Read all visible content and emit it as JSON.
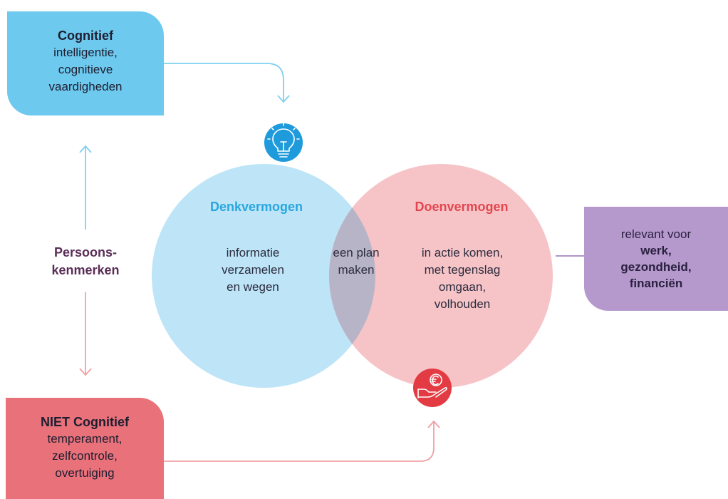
{
  "cognitief": {
    "title": "Cognitief",
    "lines": [
      "intelligentie,",
      "cognitieve",
      "vaardigheden"
    ]
  },
  "niet_cognitief": {
    "title": "NIET Cognitief",
    "lines": [
      "temperament,",
      "zelfcontrole,",
      "overtuiging"
    ]
  },
  "persoonskenmerken": {
    "lines": [
      "Persoons-",
      "kenmerken"
    ]
  },
  "denkvermogen": {
    "title": "Denkvermogen",
    "lines": [
      "informatie",
      "verzamelen",
      "en wegen"
    ]
  },
  "overlap": {
    "lines": [
      "een plan",
      "maken"
    ]
  },
  "doenvermogen": {
    "title": "Doenvermogen",
    "lines": [
      "in actie komen,",
      "met tegenslag",
      "omgaan,",
      "volhouden"
    ]
  },
  "relevant": {
    "line1": "relevant voor",
    "bold_lines": [
      "werk,",
      "gezondheid,",
      "financiën"
    ]
  },
  "icons": {
    "denk": "lightbulb-icon",
    "doen": "hand-euro-icon"
  },
  "colors": {
    "cognitief_box": "#6dc9ee",
    "niet_box": "#e9717a",
    "relevant_box": "#b599cd",
    "denk_circle": "#bde5f7",
    "doen_circle": "#f6c4c7",
    "overlap": "#b8b4c8",
    "persoons_text": "#5a2d57"
  }
}
